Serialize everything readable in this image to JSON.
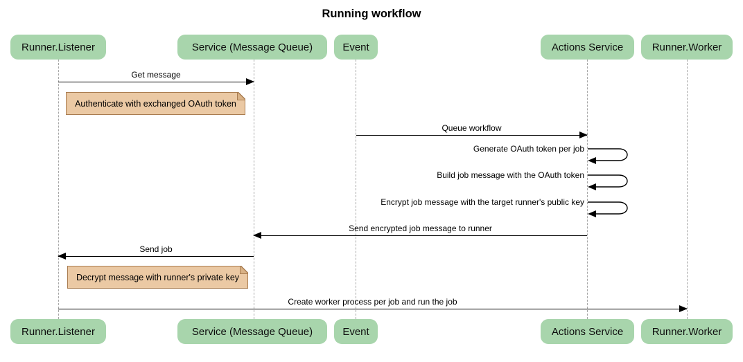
{
  "title": "Running workflow",
  "participants": [
    {
      "id": "runner-listener",
      "label": "Runner.Listener"
    },
    {
      "id": "service-message-queue",
      "label": "Service (Message Queue)"
    },
    {
      "id": "event",
      "label": "Event"
    },
    {
      "id": "actions-service",
      "label": "Actions Service"
    },
    {
      "id": "runner-worker",
      "label": "Runner.Worker"
    }
  ],
  "messages": [
    {
      "label": "Get message",
      "from": "Runner.Listener",
      "to": "Service (Message Queue)",
      "type": "arrow"
    },
    {
      "label": "Queue workflow",
      "from": "Event",
      "to": "Actions Service",
      "type": "arrow"
    },
    {
      "label": "Generate OAuth token per job",
      "from": "Actions Service",
      "to": "Actions Service",
      "type": "self-loop"
    },
    {
      "label": "Build job message with the OAuth token",
      "from": "Actions Service",
      "to": "Actions Service",
      "type": "self-loop"
    },
    {
      "label": "Encrypt job message with the target runner's public key",
      "from": "Actions Service",
      "to": "Actions Service",
      "type": "self-loop"
    },
    {
      "label": "Send encrypted job message to runner",
      "from": "Actions Service",
      "to": "Service (Message Queue)",
      "type": "arrow"
    },
    {
      "label": "Send job",
      "from": "Service (Message Queue)",
      "to": "Runner.Listener",
      "type": "arrow"
    },
    {
      "label": "Create worker process per job and run the job",
      "from": "Runner.Listener",
      "to": "Runner.Worker",
      "type": "arrow"
    }
  ],
  "notes": [
    {
      "label": "Authenticate with exchanged OAuth token",
      "position": "right of Runner.Listener"
    },
    {
      "label": "Decrypt message with runner's private key",
      "position": "right of Runner.Listener"
    }
  ],
  "colors": {
    "actor_fill": "#a8d5ac",
    "note_fill": "#ebc9a4",
    "note_border": "#a97c50",
    "lifeline": "#a6a6a6",
    "arrow": "#000000",
    "background": "#ffffff"
  }
}
